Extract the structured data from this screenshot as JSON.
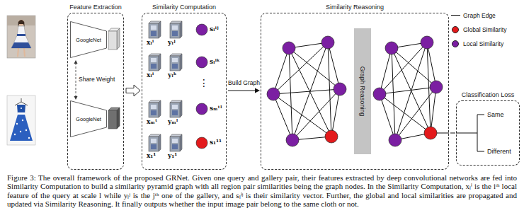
{
  "diagram": {
    "caption": "Figure 3: The overall framework of the proposed GRNet. Given one query and gallery pair, their features extracted by deep convolutional networks are fed into Similarity Computation to build a similarity pyramid graph with all region pair similarities being the graph nodes. In the Similarity Computation, xₗⁱ is the iᵗʰ local feature of the query at scale l while yₗʲ is the jᵗʰ one of the gallery, and sₗⁱʲ is their similarity vector. Further, the global and local similarities are propagated and updated via Similarity Reasoning. It finally outputs whether the input image pair belong to the same cloth or not.",
    "nodes": [
      {
        "text": [
          "Feature Extraction"
        ]
      },
      {
        "text": [
          "GoogleNet"
        ],
        "in": 0
      },
      {
        "text": [
          "GoogleNet"
        ],
        "in": 0
      },
      {
        "text": [
          "Similarity Computation"
        ]
      },
      {
        "text": [
          "Similarity Reasoning"
        ]
      },
      {
        "text": [
          "Graph Reasoning"
        ],
        "in": 4
      },
      {
        "text": [
          "Classification Loss",
          "Same",
          "Different"
        ]
      }
    ],
    "edges": [
      {
        "from": 0,
        "to": 3,
        "arrow": "to"
      },
      {
        "from": 3,
        "to": 4,
        "label": "Build Graph",
        "arrow": "to"
      },
      {
        "from": 4,
        "to": 6,
        "arrow": "none"
      }
    ],
    "labels": [
      "Share Weight",
      "xₗⁱ",
      "yₗʲ",
      "sₗⁱʲ",
      "xₗⁱ",
      "yₗᵏ",
      "sₗⁱᵏ",
      "⋮",
      "xₘᵗ",
      "yₘˡ",
      "sₘᵗˡ",
      "x₁¹",
      "y₁¹",
      "s₁¹¹"
    ],
    "legend": [
      {
        "text": "Graph Edge"
      },
      {
        "text": "Global Similarity",
        "color": "#e31a1c"
      },
      {
        "text": "Local Similarity",
        "color": "#7b1fa2"
      }
    ]
  }
}
